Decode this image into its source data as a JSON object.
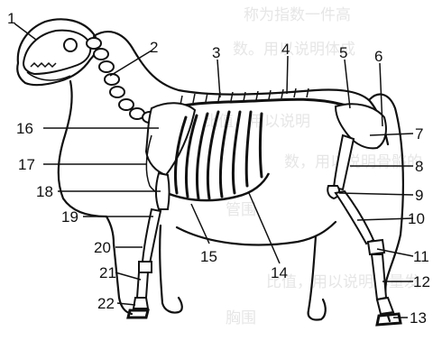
{
  "watermark": {
    "lines": [
      "称为指数一件高",
      "数。用以说明体成",
      "比值，用以说明",
      "数，用以说明骨骼的",
      "管围",
      "比值，用以说明体量发",
      "胸围"
    ]
  },
  "labels": [
    {
      "id": "1",
      "text": "1"
    },
    {
      "id": "2",
      "text": "2"
    },
    {
      "id": "3",
      "text": "3"
    },
    {
      "id": "4",
      "text": "4"
    },
    {
      "id": "5",
      "text": "5"
    },
    {
      "id": "6",
      "text": "6"
    },
    {
      "id": "7",
      "text": "7"
    },
    {
      "id": "8",
      "text": "8"
    },
    {
      "id": "9",
      "text": "9"
    },
    {
      "id": "10",
      "text": "10"
    },
    {
      "id": "11",
      "text": "11"
    },
    {
      "id": "12",
      "text": "12"
    },
    {
      "id": "13",
      "text": "13"
    },
    {
      "id": "14",
      "text": "14"
    },
    {
      "id": "15",
      "text": "15"
    },
    {
      "id": "16",
      "text": "16"
    },
    {
      "id": "17",
      "text": "17"
    },
    {
      "id": "18",
      "text": "18"
    },
    {
      "id": "19",
      "text": "19"
    },
    {
      "id": "20",
      "text": "20"
    },
    {
      "id": "21",
      "text": "21"
    },
    {
      "id": "22",
      "text": "22"
    }
  ]
}
